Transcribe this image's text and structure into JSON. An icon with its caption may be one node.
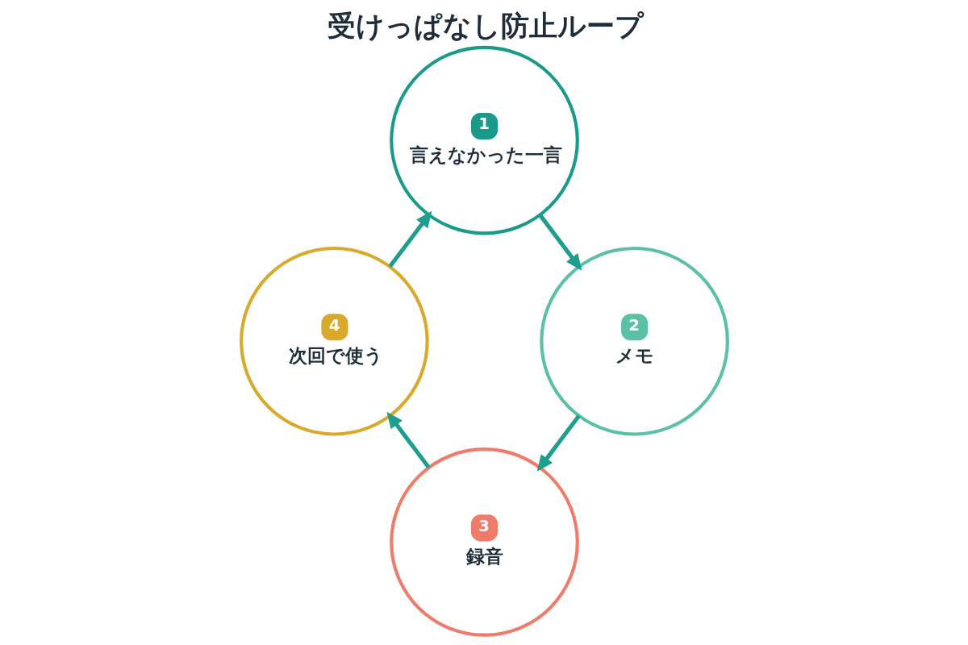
{
  "diagram": {
    "title": "受けっぱなし防止ループ",
    "nodes": [
      {
        "text": [
          "1",
          "言えなかった一言"
        ]
      },
      {
        "text": [
          "2",
          "メモ"
        ]
      },
      {
        "text": [
          "3",
          "録音"
        ]
      },
      {
        "text": [
          "4",
          "次回で使う"
        ]
      }
    ],
    "edges": [
      {
        "from": 0,
        "to": 1,
        "arrow": "to"
      },
      {
        "from": 1,
        "to": 2,
        "arrow": "to"
      },
      {
        "from": 2,
        "to": 3,
        "arrow": "to"
      },
      {
        "from": 3,
        "to": 0,
        "arrow": "to"
      }
    ]
  }
}
